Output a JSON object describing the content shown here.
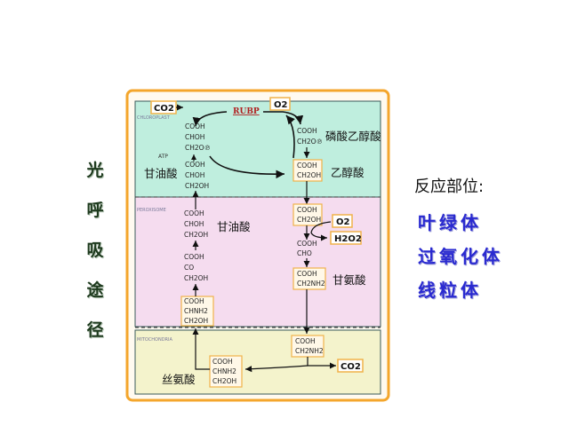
{
  "title_chars": [
    "光",
    "呼",
    "吸",
    "途",
    "径"
  ],
  "legend": {
    "title": "反应部位:",
    "items": [
      "叶绿体",
      "过氧化体",
      "线粒体"
    ]
  },
  "organelles": {
    "chloroplast_caption": "CHLOROPLAST",
    "peroxisome_caption": "PEROXISOME",
    "mitochondrion_caption": "MITOCHONDRIA"
  },
  "chloroplast": {
    "co2": "CO2",
    "rubp": "RUBP",
    "o2": "O2",
    "atp": "ATP",
    "glycerate_lines": [
      "COOH",
      "CHOH",
      "CH2O℗"
    ],
    "glycerate2_lines": [
      "COOH",
      "CHOH",
      "CH2OH"
    ],
    "glycerate_label": "甘油酸",
    "phosphoglycolate_lines": [
      "COOH",
      "CH2O℗"
    ],
    "phosphoglycolate_label": "磷酸乙醇酸",
    "glycolate_lines": [
      "COOH",
      "CH2OH"
    ],
    "glycolate_label": "乙醇酸"
  },
  "peroxisome": {
    "glycerate_lines": [
      "COOH",
      "CHOH",
      "CH2OH"
    ],
    "glycerate_label": "甘油酸",
    "hydroxypyruvate_lines": [
      "COOH",
      "CO",
      "CH2OH"
    ],
    "serine_lines": [
      "COOH",
      "CHNH2",
      "CH2OH"
    ],
    "glycolate_lines": [
      "COOH",
      "CH2OH"
    ],
    "o2": "O2",
    "h2o2": "H2O2",
    "glyoxylate_lines": [
      "COOH",
      "CHO"
    ],
    "glycine_lines": [
      "COOH",
      "CH2NH2"
    ],
    "glycine_label": "甘氨酸"
  },
  "mitochondrion": {
    "glycine_lines": [
      "COOH",
      "CH2NH2"
    ],
    "serine_lines": [
      "COOH",
      "CHNH2",
      "CH2OH"
    ],
    "serine_label": "丝氨酸",
    "co2": "CO2"
  },
  "colors": {
    "frame": "#f4a62c",
    "chloroplast_bg": "#bfeede",
    "peroxisome_bg": "#f5dcef",
    "mitochondrion_bg": "#f4f3cc",
    "mol_box": "#f0b24a",
    "legend_text": "#2a2ad0"
  }
}
